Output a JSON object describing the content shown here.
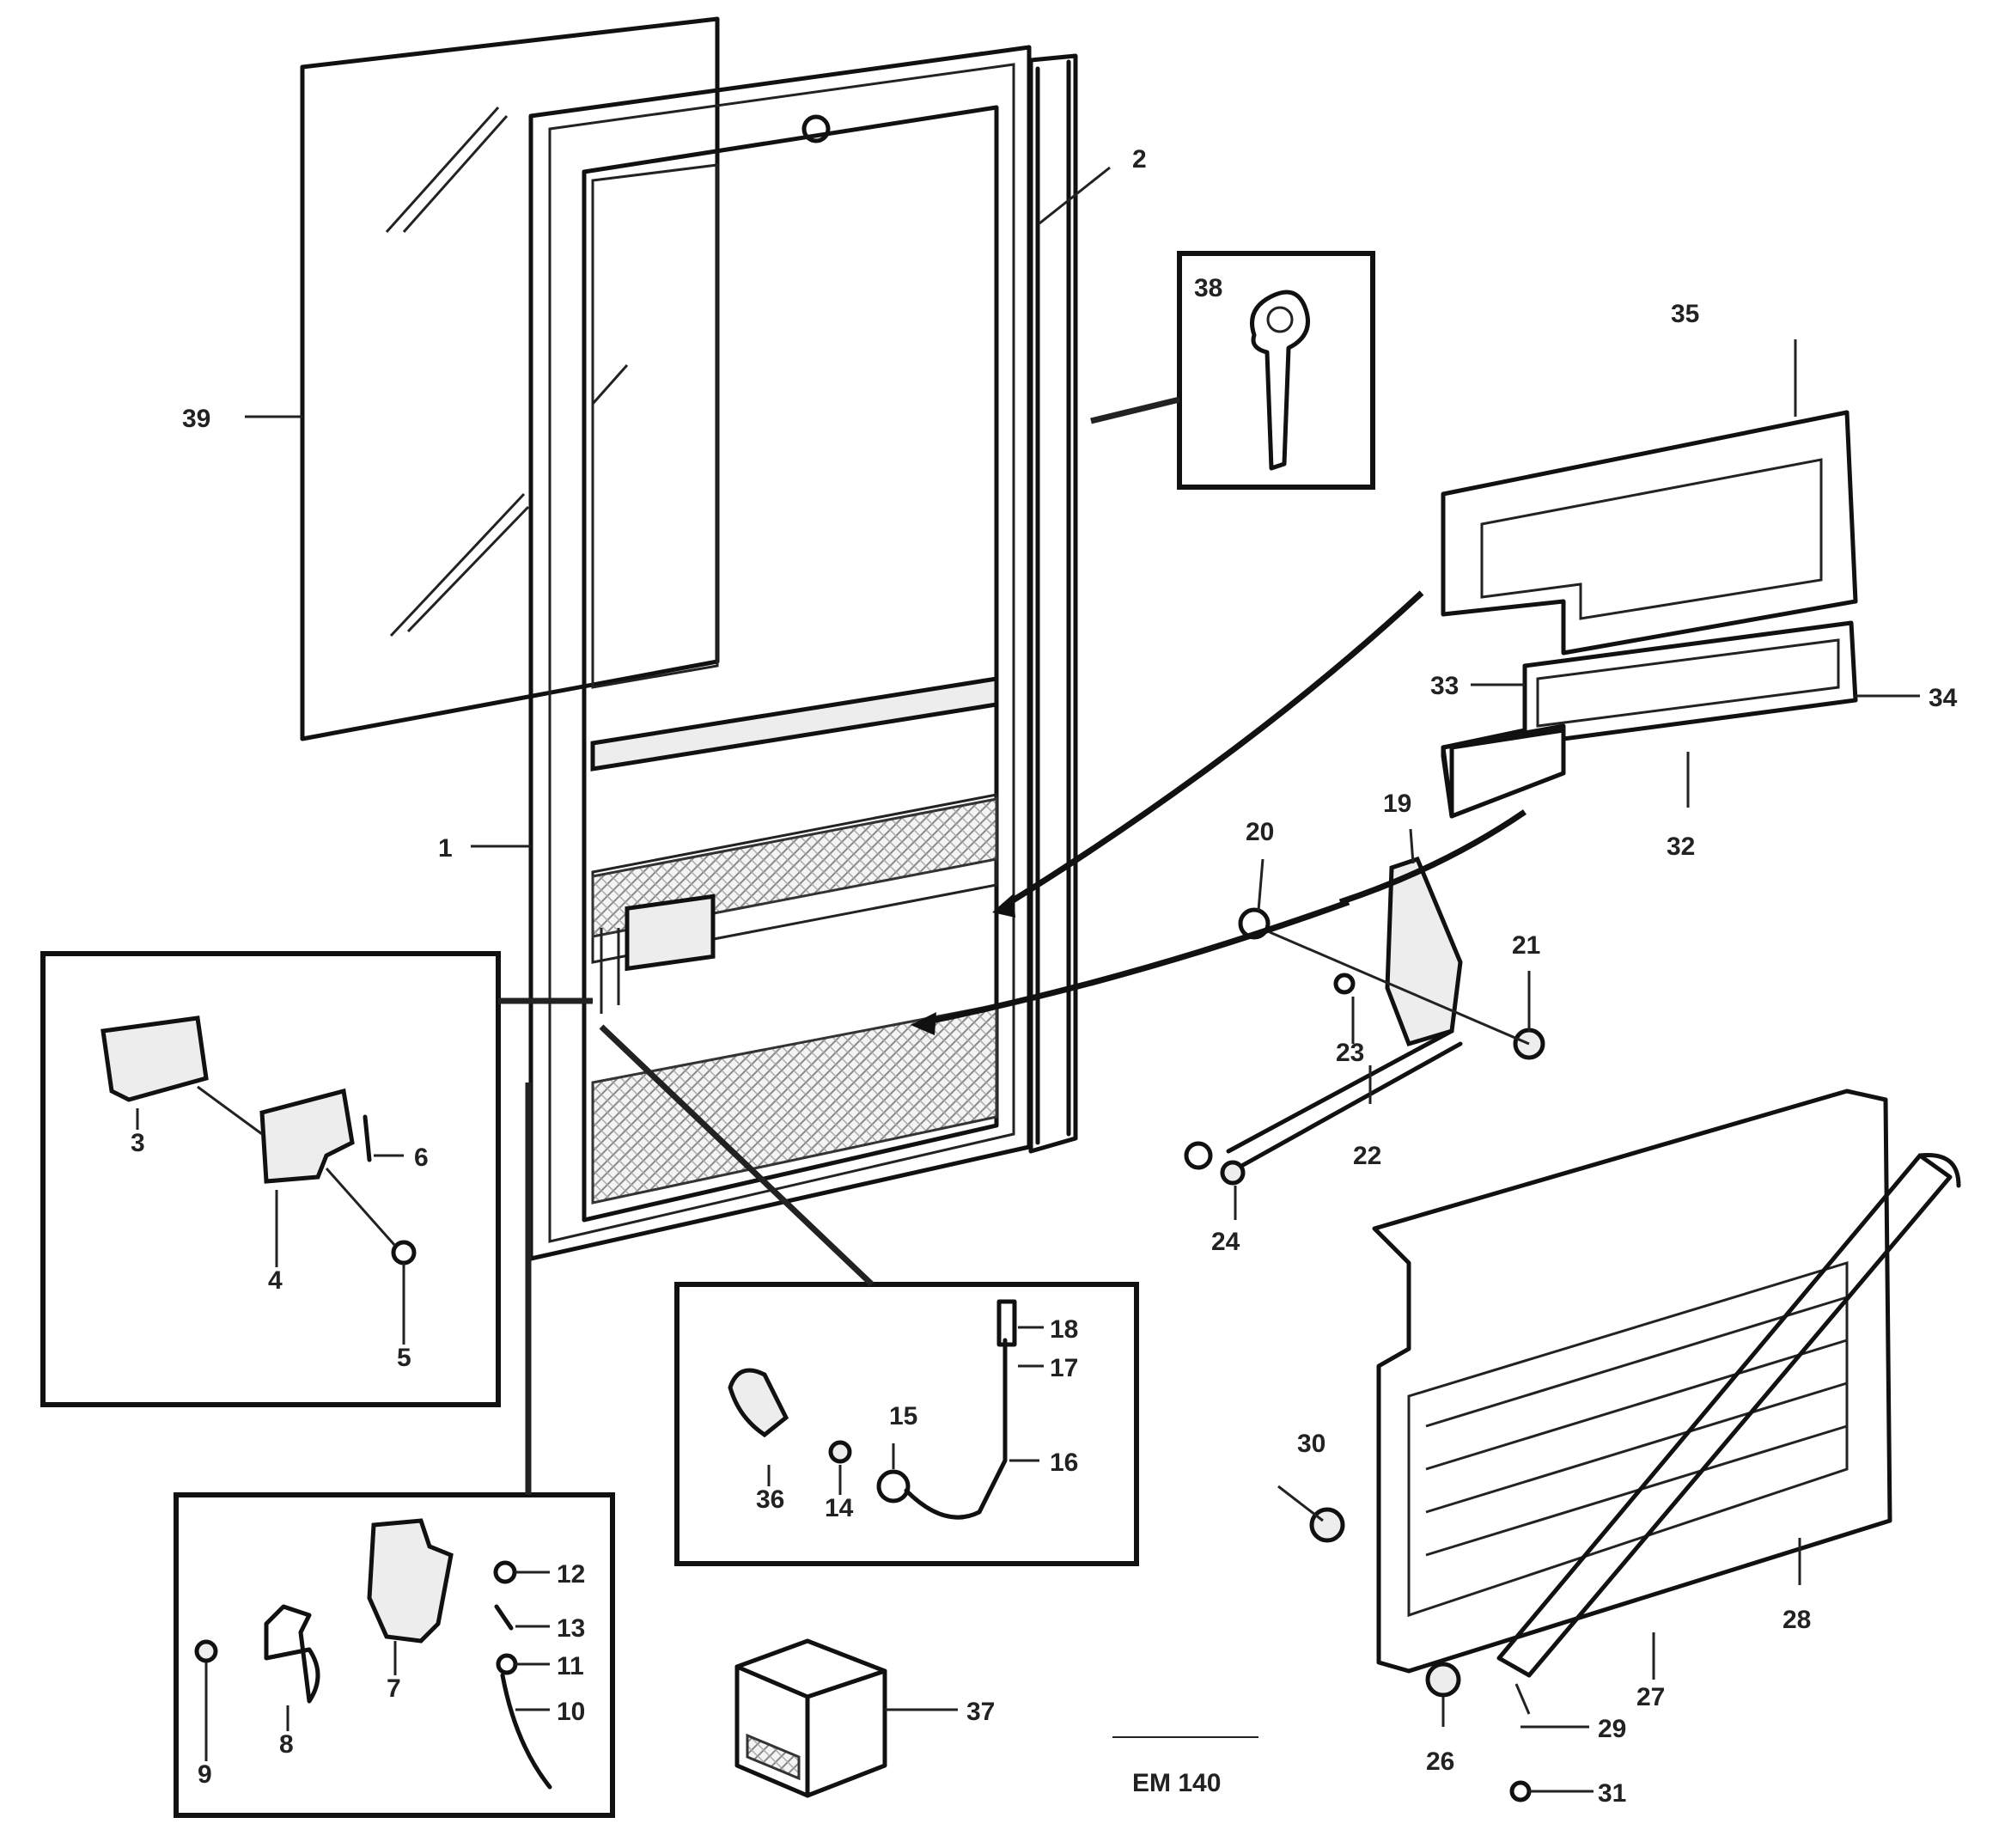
{
  "drawing": {
    "code": "EM 140",
    "caption_lines": [
      "",
      ""
    ]
  },
  "labels": {
    "l1": "1",
    "l2": "2",
    "l3": "3",
    "l4": "4",
    "l5": "5",
    "l6": "6",
    "l7": "7",
    "l8": "8",
    "l9": "9",
    "l10": "10",
    "l11": "11",
    "l12": "12",
    "l13": "13",
    "l14": "14",
    "l15": "15",
    "l16": "16",
    "l17": "17",
    "l18": "18",
    "l19": "19",
    "l20": "20",
    "l21": "21",
    "l22": "22",
    "l23": "23",
    "l24": "24",
    "l26": "26",
    "l27": "27",
    "l28": "28",
    "l29": "29",
    "l30": "30",
    "l31": "31",
    "l32": "32",
    "l33": "33",
    "l34": "34",
    "l35": "35",
    "l36": "36",
    "l37": "37",
    "l38": "38",
    "l39": "39"
  }
}
